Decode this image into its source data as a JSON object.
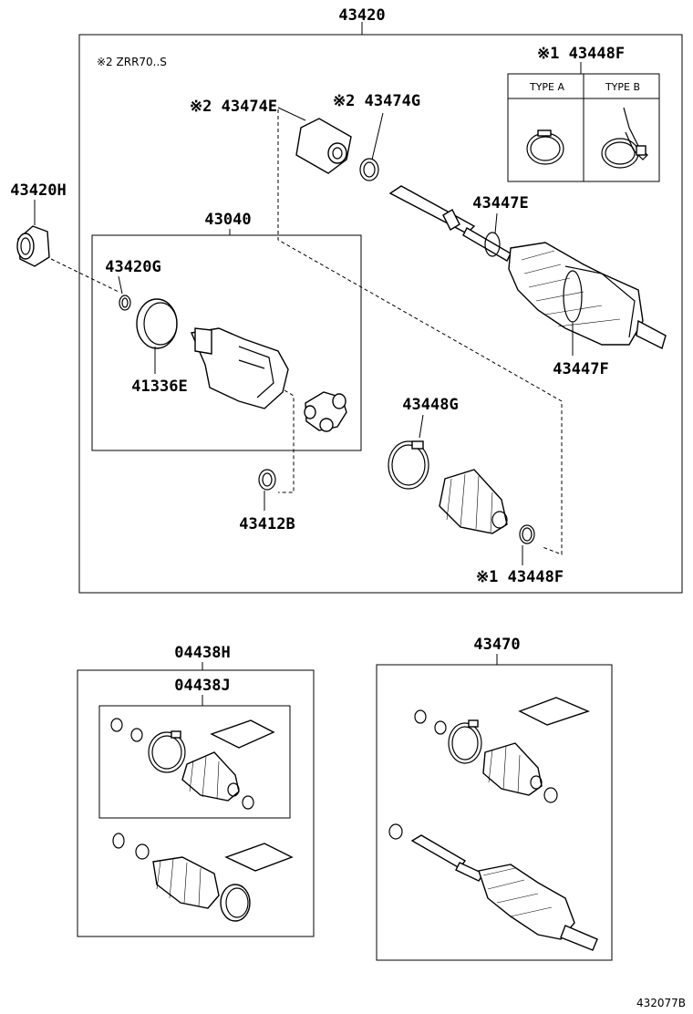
{
  "labels": {
    "assembly": "43420",
    "note": "※2 ZRR70..S",
    "type_box_title": "※1 43448F",
    "type_a": "TYPE A",
    "type_b": "TYPE B",
    "p43474E": "※2 43474E",
    "p43474G": "※2 43474G",
    "p43420H": "43420H",
    "p43040": "43040",
    "p43447E": "43447E",
    "p43420G": "43420G",
    "p41336E": "41336E",
    "p43447F": "43447F",
    "p43448G": "43448G",
    "p43412B": "43412B",
    "p43448F": "※1 43448F",
    "p04438H": "04438H",
    "p04438J": "04438J",
    "p43470": "43470",
    "figure_id": "432077B"
  }
}
